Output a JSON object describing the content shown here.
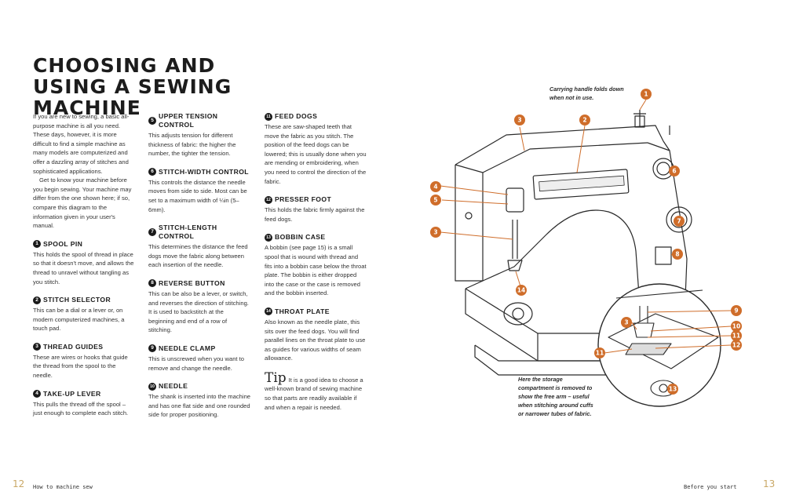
{
  "title": "CHOOSING AND USING A SEWING MACHINE",
  "intro": [
    "If you are new to sewing, a basic all-purpose machine is all you need. These days, however, it is more difficult to find a simple machine as many models are computerized and offer a dazzling array of stitches and sophisticated applications.",
    "Get to know your machine before you begin sewing. Your machine may differ from the one shown here; if so, compare this diagram to the information given in your user's manual."
  ],
  "items": [
    {
      "num": "1",
      "heading": "SPOOL PIN",
      "text": "This holds the spool of thread in place so that it doesn't move, and allows the thread to unravel without tangling as you stitch."
    },
    {
      "num": "2",
      "heading": "STITCH SELECTOR",
      "text": "This can be a dial or a lever or, on modern computerized machines, a touch pad."
    },
    {
      "num": "3",
      "heading": "THREAD GUIDES",
      "text": "These are wires or hooks that guide the thread from the spool to the needle."
    },
    {
      "num": "4",
      "heading": "TAKE-UP LEVER",
      "text": "This pulls the thread off the spool – just enough to complete each stitch."
    },
    {
      "num": "5",
      "heading": "UPPER TENSION CONTROL",
      "text": "This adjusts tension for different thickness of fabric: the higher the number, the tighter the tension."
    },
    {
      "num": "6",
      "heading": "STITCH-WIDTH CONTROL",
      "text": "This controls the distance the needle moves from side to side. Most can be set to a maximum width of ¼in (5–6mm)."
    },
    {
      "num": "7",
      "heading": "STITCH-LENGTH CONTROL",
      "text": "This determines the distance the feed dogs move the fabric along between each insertion of the needle."
    },
    {
      "num": "8",
      "heading": "REVERSE BUTTON",
      "text": "This can be also be a lever, or switch, and reverses the direction of stitching. It is used to backstitch at the beginning and end of a row of stitching."
    },
    {
      "num": "9",
      "heading": "NEEDLE CLAMP",
      "text": "This is unscrewed when you want to remove and change the needle."
    },
    {
      "num": "10",
      "heading": "NEEDLE",
      "text": "The shank is inserted into the machine and has one flat side and one rounded side for proper positioning."
    },
    {
      "num": "11",
      "heading": "FEED DOGS",
      "text": "These are saw-shaped teeth that move the fabric as you stitch. The position of the feed dogs can be lowered; this is usually done when you are mending or embroidering, when you need to control the direction of the fabric."
    },
    {
      "num": "12",
      "heading": "PRESSER FOOT",
      "text": "This holds the fabric firmly against the feed dogs."
    },
    {
      "num": "13",
      "heading": "BOBBIN CASE",
      "text": "A bobbin (see page 15) is a small spool that is wound with thread and fits into a bobbin case below the throat plate. The bobbin is either dropped into the case or the case is removed and the bobbin inserted."
    },
    {
      "num": "14",
      "heading": "THROAT PLATE",
      "text": "Also known as the needle plate, this sits over the feed dogs. You will find parallel lines on the throat plate to use as guides for various widths of seam allowance."
    }
  ],
  "tip": {
    "label": "Tip",
    "text": "It is a good idea to choose a well-known brand of sewing machine so that parts are readily available if and when a repair is needed."
  },
  "captions": {
    "handle": "Carrying handle folds down when not in use.",
    "storage": "Here the storage compartment is removed to show the free arm – useful when stitching around cuffs or narrower tubes of fabric."
  },
  "footer": {
    "left_page": "12",
    "left_label": "How to machine sew",
    "right_label": "Before you start",
    "right_page": "13"
  },
  "colors": {
    "accent": "#cf6d2a",
    "folio": "#c9a866"
  }
}
